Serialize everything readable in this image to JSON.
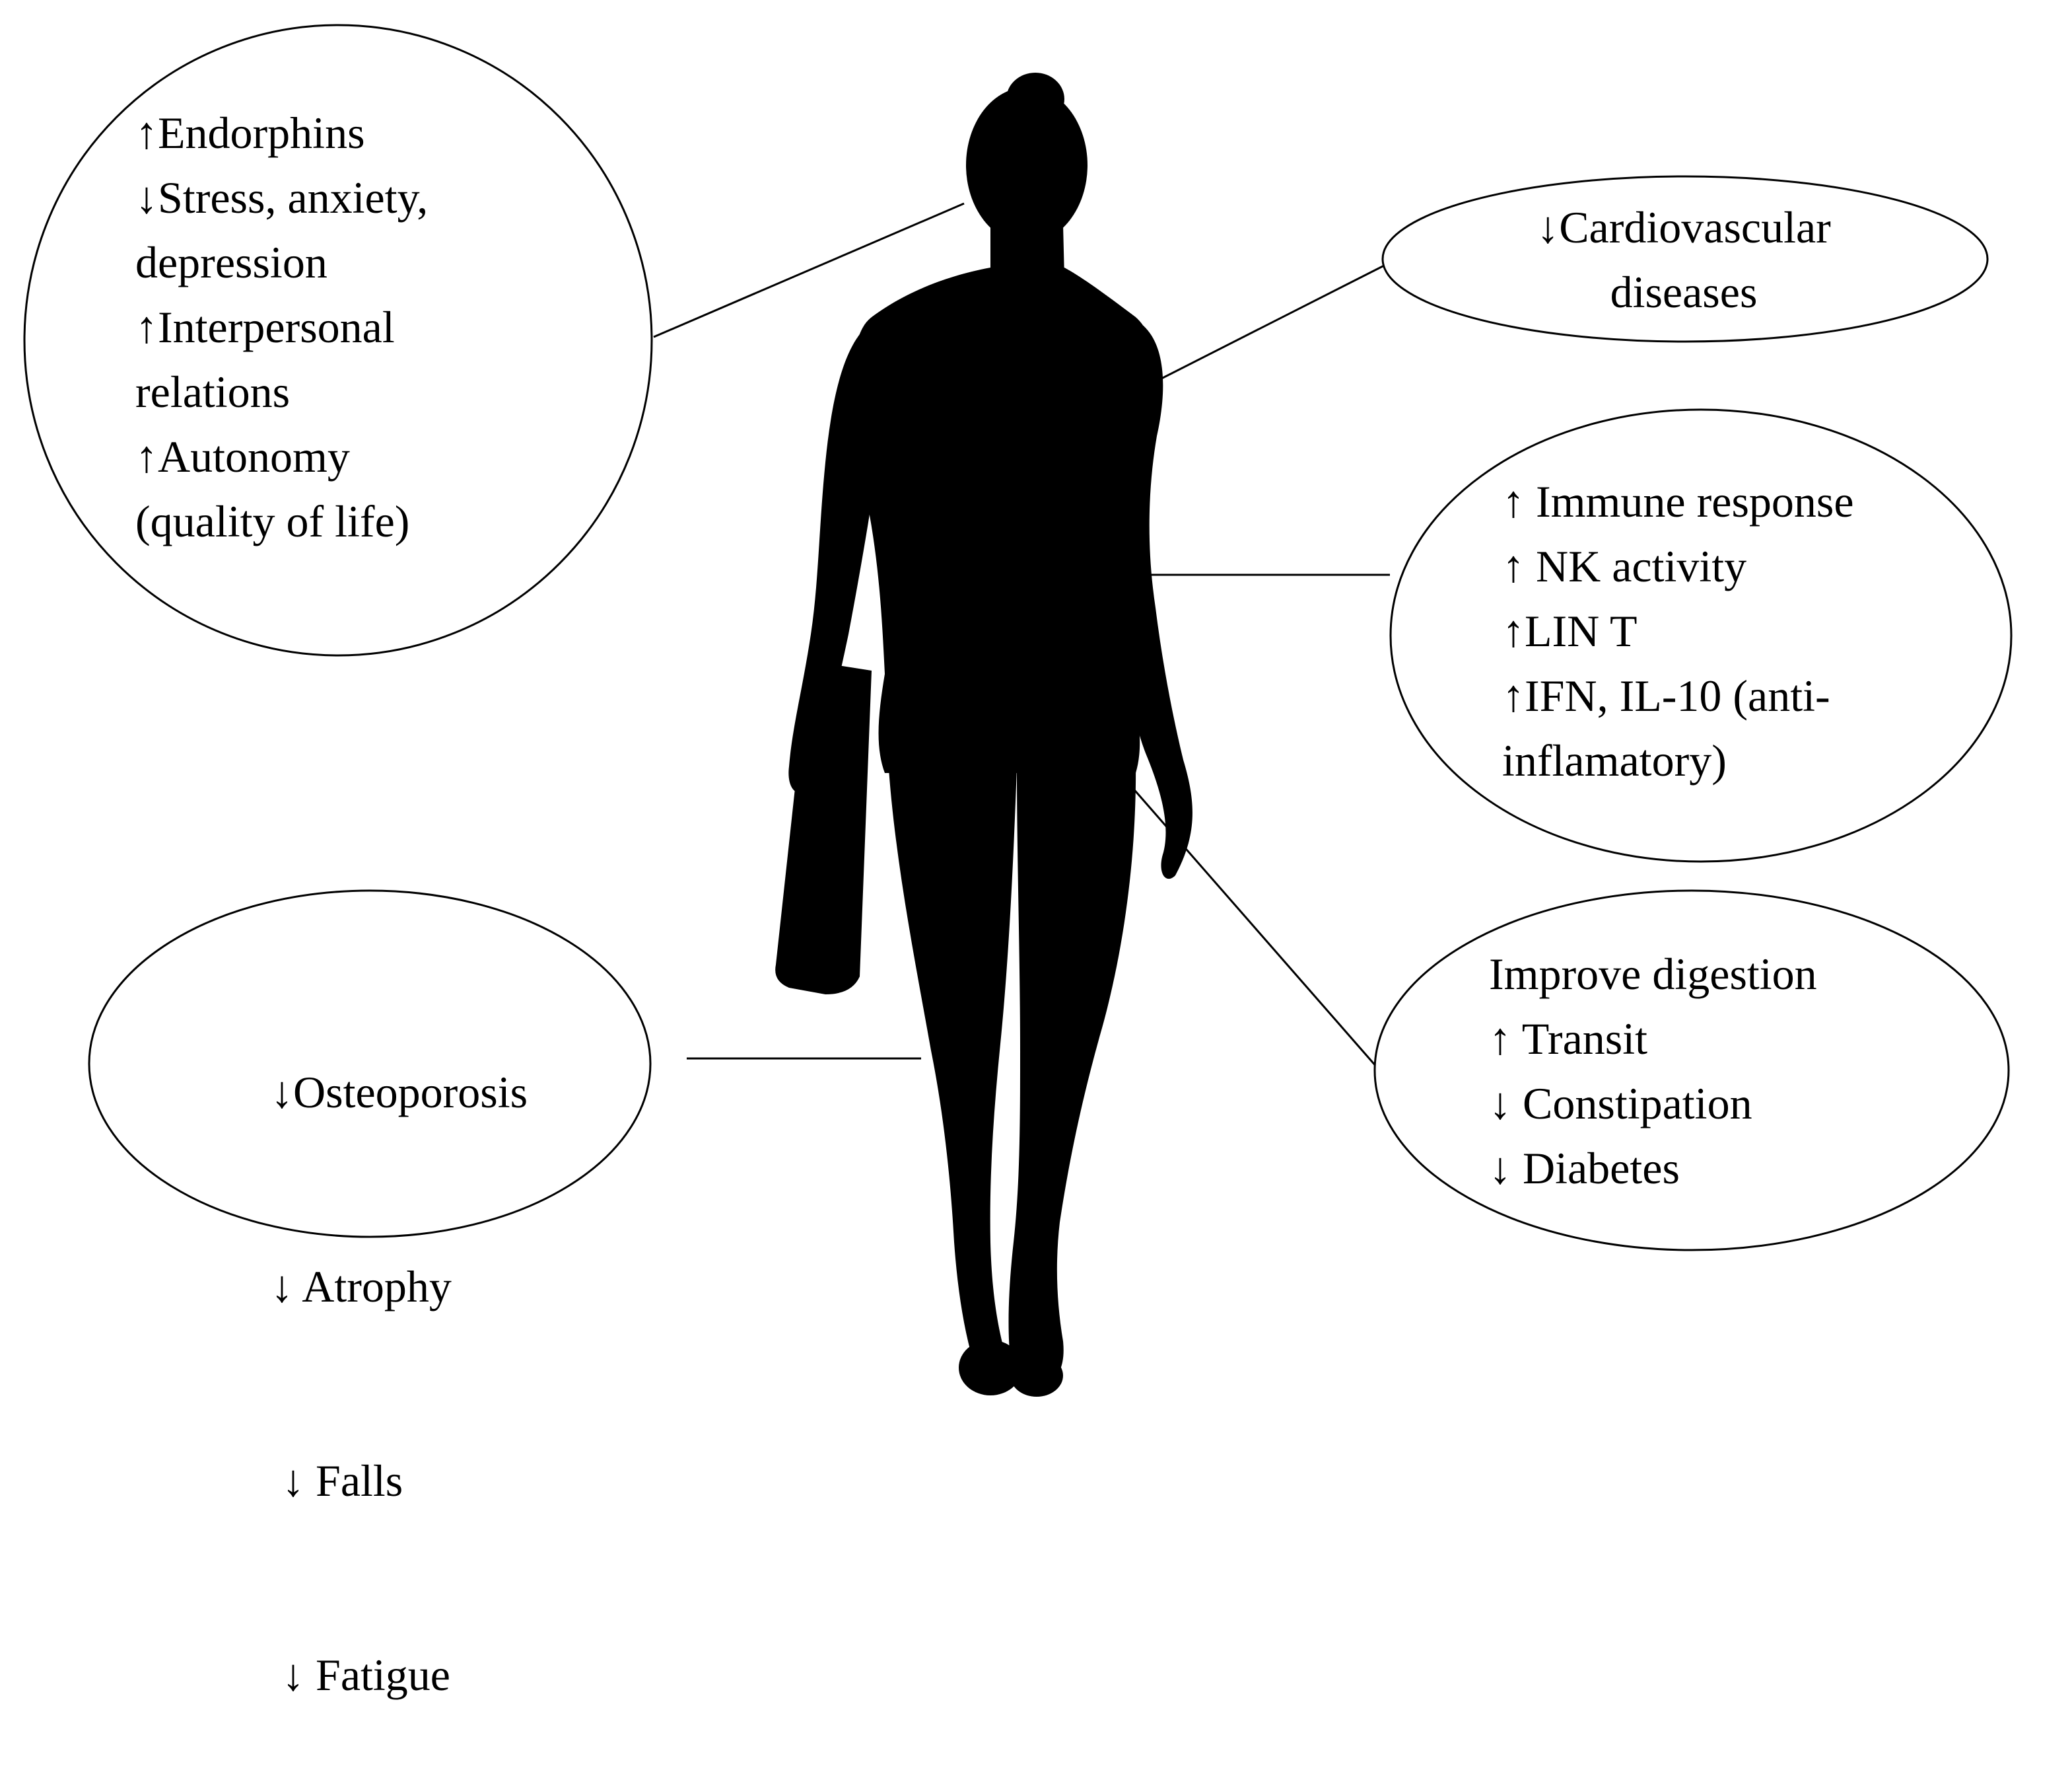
{
  "colors": {
    "ink": "#000000",
    "background": "#ffffff",
    "outline": "#000000"
  },
  "figure_icon": "woman-walking-silhouette",
  "bubbles": {
    "psych": {
      "lines": [
        "↑Endorphins",
        "↓Stress, anxiety,",
        "depression",
        "↑Interpersonal",
        "relations",
        "↑Autonomy",
        "(quality of life)"
      ]
    },
    "cardio": {
      "lines": [
        "↓Cardiovascular",
        "diseases"
      ]
    },
    "immune": {
      "lines": [
        "↑ Immune response",
        "↑ NK activity",
        "↑LIN T",
        "↑IFN, IL-10 (anti-",
        "inflamatory)"
      ]
    },
    "digestion": {
      "lines": [
        "Improve digestion",
        "↑ Transit",
        "↓ Constipation",
        "↓ Diabetes"
      ]
    },
    "bones": {
      "lines": [
        "↓Osteoporosis",
        "↓ Atrophy",
        " ↓ Falls",
        " ↓ Fatigue"
      ]
    }
  }
}
